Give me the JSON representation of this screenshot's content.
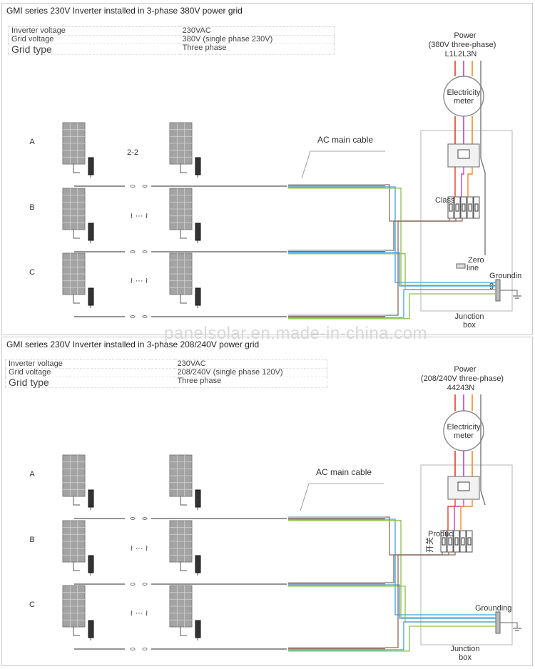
{
  "watermark": "panelsolar.en.made-in-china.com",
  "colors": {
    "wire_brown": "#8a6a5a",
    "wire_blue": "#3da0dd",
    "wire_green": "#8cc04b",
    "wire_gray": "#999999",
    "phase_red": "#e0402f",
    "phase_magenta": "#c040c8",
    "phase_orange": "#f08a2a",
    "panel_fill": "#9a9a9a"
  },
  "diagram1": {
    "title": "GMI series 230V Inverter installed in 3-phase 380V power grid",
    "spec": {
      "inverter_voltage_label": "Inverter voltage",
      "inverter_voltage_value": "230VAC",
      "grid_voltage_label": "Grid voltage",
      "grid_voltage_value": "380V (single phase 230V)",
      "grid_type_label": "Grid type",
      "grid_type_value": "Three phase"
    },
    "rows": [
      "A",
      "B",
      "C"
    ],
    "between_label": "2-2",
    "dots": "≀ ··· ≀",
    "ac_main_cable": "AC main cable",
    "power_label_1": "Power",
    "power_label_2": "(380V three-phase)",
    "phase_labels": "L1L2L3N",
    "meter_label_1": "Electricity",
    "meter_label_2": "meter",
    "breaker_label": "Class",
    "zero_line_1": "Zero",
    "zero_line_2": "line",
    "grounding_1": "Groundin",
    "grounding_2": "g",
    "junction_1": "Junction",
    "junction_2": "box"
  },
  "diagram2": {
    "title": "GMI series 230V Inverter installed in 3-phase 208/240V power grid",
    "spec": {
      "inverter_voltage_label": "Inverter voltage",
      "inverter_voltage_value": "230VAC",
      "grid_voltage_label": "Grid voltage",
      "grid_voltage_value": "208/240V (single phase 120V)",
      "grid_type_label": "Grid type",
      "grid_type_value": "Three phase"
    },
    "rows": [
      "A",
      "B",
      "C"
    ],
    "dots": "≀ ··· ≀",
    "ac_main_cable": "AC main cable",
    "power_label_1": "Power",
    "power_label_2": "(208/240V three-phase)",
    "phase_labels": "44243N",
    "meter_label_1": "Electricity",
    "meter_label_2": "meter",
    "breaker_label": "Produc",
    "switch_label": "开关",
    "grounding": "Grounding",
    "junction_1": "Junction",
    "junction_2": "box"
  }
}
